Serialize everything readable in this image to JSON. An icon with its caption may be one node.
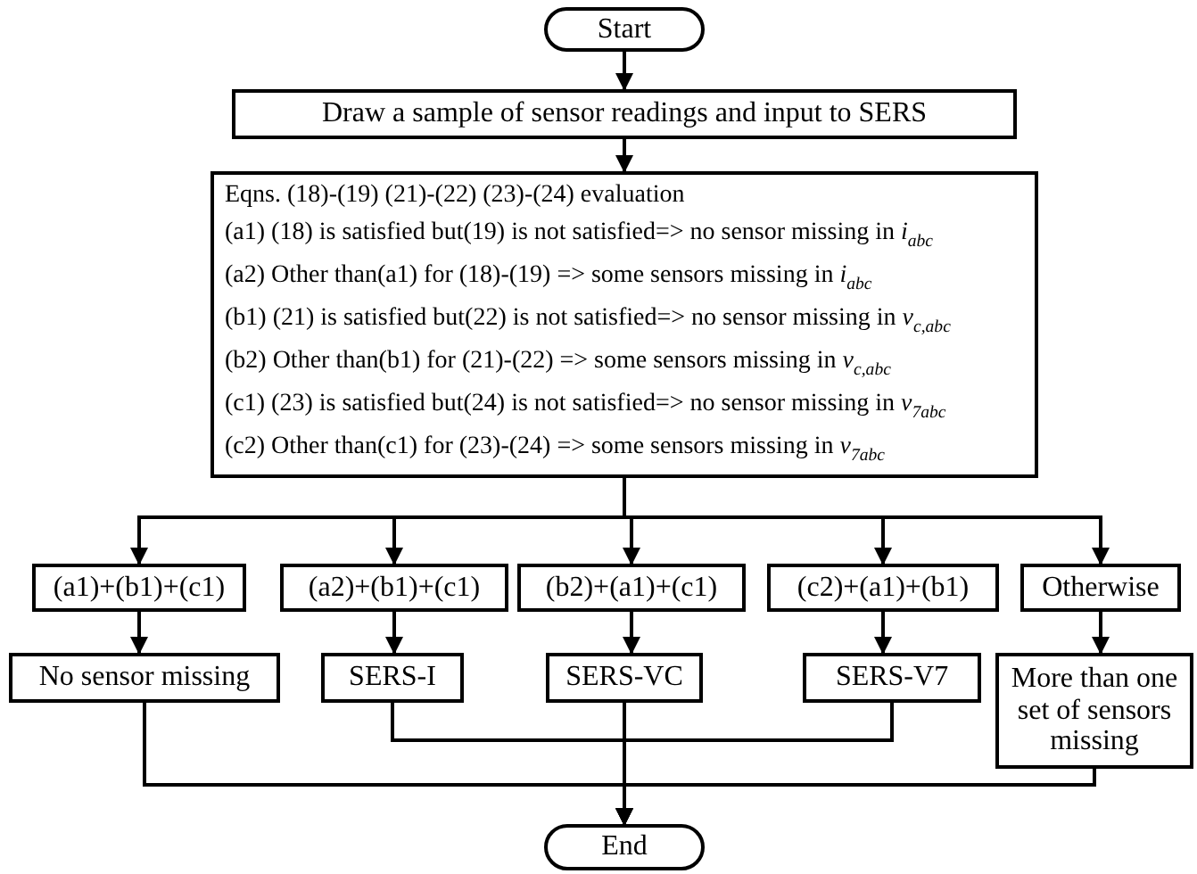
{
  "diagram": {
    "nodes": [
      {
        "text": [
          "Start"
        ]
      },
      {
        "text": [
          "Draw a sample of sensor readings and input to SERS"
        ]
      },
      {
        "text": [
          "Eqns. (18)-(19) (21)-(22) (23)-(24) evaluation",
          "(a1) (18) is satisfied but(19) is not satisfied=> no sensor missing in *i*$_{abc}$",
          "(a2) Other than(a1) for (18)-(19) => some sensors missing in *i*$_{abc}$",
          "(b1) (21) is satisfied but(22) is not satisfied=> no sensor missing in *v*$_{c,abc}$",
          "(b2) Other than(b1) for (21)-(22) => some sensors missing in *v*$_{c,abc}$",
          "(c1) (23) is satisfied but(24) is not satisfied=> no sensor missing in *v*$_{7abc}$",
          "(c2) Other than(c1) for (23)-(24) => some sensors missing in *v*$_{7abc}$"
        ]
      },
      {
        "text": [
          "(a1)+(b1)+(c1)"
        ]
      },
      {
        "text": [
          "(a2)+(b1)+(c1)"
        ]
      },
      {
        "text": [
          "(b2)+(a1)+(c1)"
        ]
      },
      {
        "text": [
          "(c2)+(a1)+(b1)"
        ]
      },
      {
        "text": [
          "Otherwise"
        ]
      },
      {
        "text": [
          "No sensor missing"
        ]
      },
      {
        "text": [
          "SERS-I"
        ]
      },
      {
        "text": [
          "SERS-VC"
        ]
      },
      {
        "text": [
          "SERS-V7"
        ]
      },
      {
        "text": [
          "More than one set of sensors missing"
        ]
      },
      {
        "text": [
          "End"
        ]
      }
    ],
    "edges": [
      {
        "from": 0,
        "to": 1,
        "arrow": "to"
      },
      {
        "from": 1,
        "to": 2,
        "arrow": "to"
      },
      {
        "from": 2,
        "to": 3,
        "arrow": "to"
      },
      {
        "from": 2,
        "to": 4,
        "arrow": "to"
      },
      {
        "from": 2,
        "to": 5,
        "arrow": "to"
      },
      {
        "from": 2,
        "to": 6,
        "arrow": "to"
      },
      {
        "from": 2,
        "to": 7,
        "arrow": "to"
      },
      {
        "from": 3,
        "to": 8,
        "arrow": "to"
      },
      {
        "from": 4,
        "to": 9,
        "arrow": "to"
      },
      {
        "from": 5,
        "to": 10,
        "arrow": "to"
      },
      {
        "from": 6,
        "to": 11,
        "arrow": "to"
      },
      {
        "from": 7,
        "to": 12,
        "arrow": "to"
      },
      {
        "from": 8,
        "to": 13,
        "arrow": "to"
      },
      {
        "from": 9,
        "to": 13,
        "arrow": "to"
      },
      {
        "from": 10,
        "to": 13,
        "arrow": "to"
      },
      {
        "from": 11,
        "to": 13,
        "arrow": "to"
      },
      {
        "from": 12,
        "to": 13,
        "arrow": "to"
      }
    ]
  }
}
